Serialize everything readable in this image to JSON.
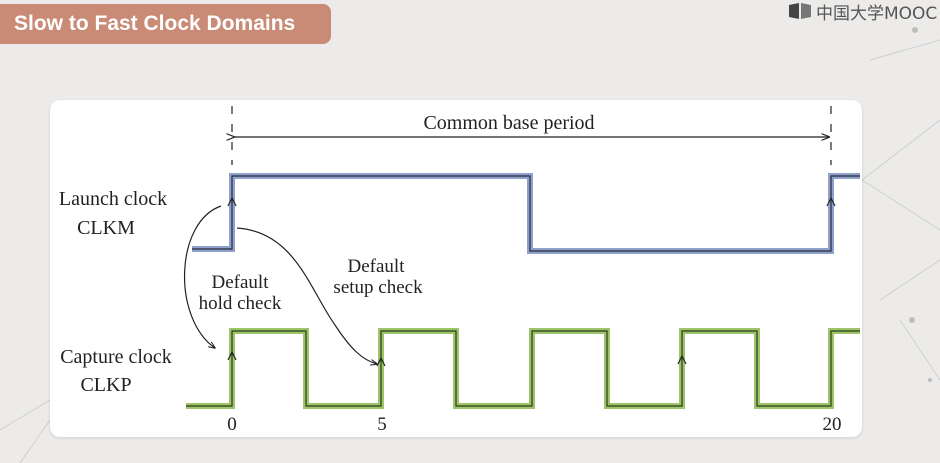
{
  "header": {
    "title": "Slow to Fast Clock Domains",
    "logo_text": "中国大学MOOC"
  },
  "diagram": {
    "period_label": "Common base period",
    "launch_label_1": "Launch clock",
    "launch_label_2": "CLKM",
    "capture_label_1": "Capture clock",
    "capture_label_2": "CLKP",
    "hold_label_1": "Default",
    "hold_label_2": "hold check",
    "setup_label_1": "Default",
    "setup_label_2": "setup check",
    "tick_0": "0",
    "tick_5": "5",
    "tick_20": "20"
  },
  "colors": {
    "badge": "#c98b76",
    "launch_wave": "#8ea0cc",
    "capture_wave": "#9ec46a"
  }
}
